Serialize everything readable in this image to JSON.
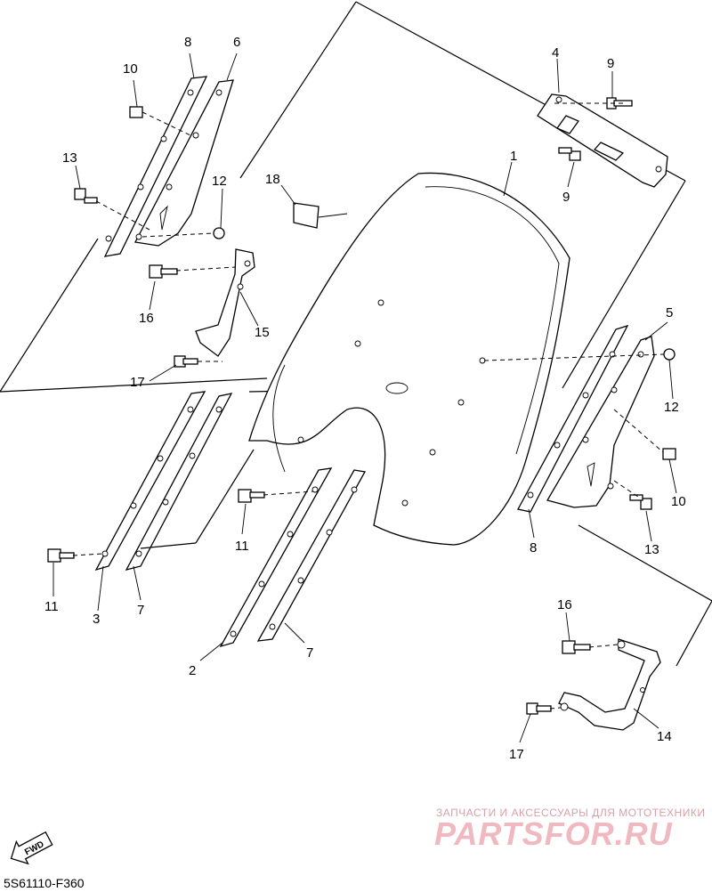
{
  "diagram": {
    "callouts": {
      "n1": "1",
      "n2": "2",
      "n3": "3",
      "n4": "4",
      "n5": "5",
      "n6": "6",
      "n7a": "7",
      "n7b": "7",
      "n8a": "8",
      "n8b": "8",
      "n9a": "9",
      "n9b": "9",
      "n10a": "10",
      "n10b": "10",
      "n11a": "11",
      "n11b": "11",
      "n12a": "12",
      "n12b": "12",
      "n13a": "13",
      "n13b": "13",
      "n14": "14",
      "n15": "15",
      "n16a": "16",
      "n16b": "16",
      "n17a": "17",
      "n17b": "17",
      "n18": "18"
    },
    "fwd_label": "FWD",
    "diagram_code": "5S61110-F360"
  },
  "watermark": {
    "caption": "ЗАПЧАСТИ И АКСЕССУАРЫ ДЛЯ МОТОТЕХНИКИ",
    "brand": "PARTSFOR.RU"
  }
}
